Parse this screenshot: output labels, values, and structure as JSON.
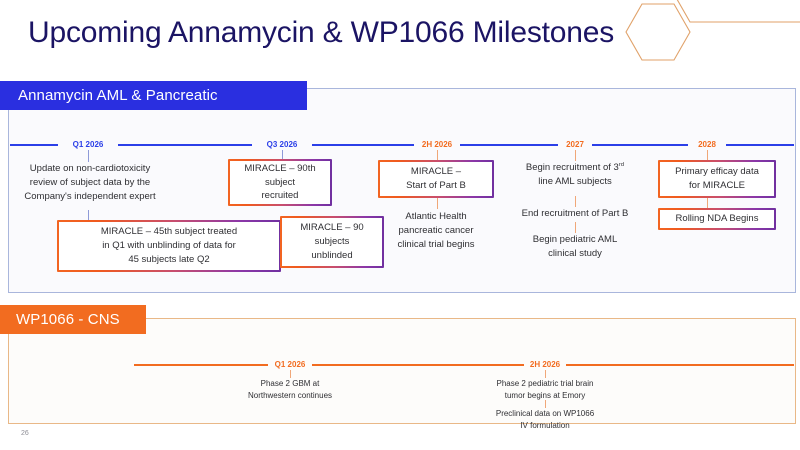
{
  "slide": {
    "title": "Upcoming Annamycin & WP1066 Milestones",
    "page_number": "26",
    "colors": {
      "title_navy": "#1B1464",
      "band_blue": "#2A2FE0",
      "band_orange": "#F26C20",
      "timeline_blue": "#2B3FE8",
      "timeline_orange": "#F26C20",
      "box_border_start": "#F26522",
      "box_border_end": "#7030A0",
      "hexagon_outline": "#E0A26A"
    },
    "decoration": {
      "hexagon_icon": "hexagon-outline-icon"
    }
  },
  "section_annamycin": {
    "band_label": "Annamycin AML & Pancreatic",
    "timeline": {
      "labels": [
        {
          "text": "Q1 2026",
          "color": "blue"
        },
        {
          "text": "Q3 2026",
          "color": "blue"
        },
        {
          "text": "2H 2026",
          "color": "orange"
        },
        {
          "text": "2027",
          "color": "orange"
        },
        {
          "text": "2028",
          "color": "orange"
        }
      ]
    },
    "items": {
      "q1_note": "Update on non-cardiotoxicity\nreview of subject data by the\nCompany's independent expert",
      "q1_box": "MIRACLE – 45th subject treated\nin Q1 with unblinding of data for\n45 subjects late Q2",
      "q3_box_top": "MIRACLE – 90th\nsubject\nrecruited",
      "q3_box_bottom": "MIRACLE – 90\nsubjects\nunblinded",
      "h2_box": "MIRACLE –\nStart of Part B",
      "h2_note": "Atlantic Health\npancreatic cancer\nclinical trial begins",
      "y2027_note_1_pre": "Begin recruitment of 3",
      "y2027_note_1_sup": "rd",
      "y2027_note_1_post": "\nline AML subjects",
      "y2027_note_2": "End recruitment of Part B",
      "y2027_note_3": "Begin pediatric AML\nclinical study",
      "y2028_box_top": "Primary efficay data\nfor MIRACLE",
      "y2028_box_bottom": "Rolling NDA Begins"
    }
  },
  "section_wp1066": {
    "band_label": "WP1066 - CNS",
    "timeline": {
      "labels": [
        {
          "text": "Q1 2026",
          "color": "orange"
        },
        {
          "text": "2H 2026",
          "color": "orange"
        }
      ]
    },
    "items": {
      "q1_note": "Phase 2 GBM at\nNorthwestern continues",
      "h2_note_1": "Phase 2 pediatric trial brain\ntumor begins at Emory",
      "h2_note_2": "Preclinical data on WP1066\nIV formulation"
    }
  }
}
